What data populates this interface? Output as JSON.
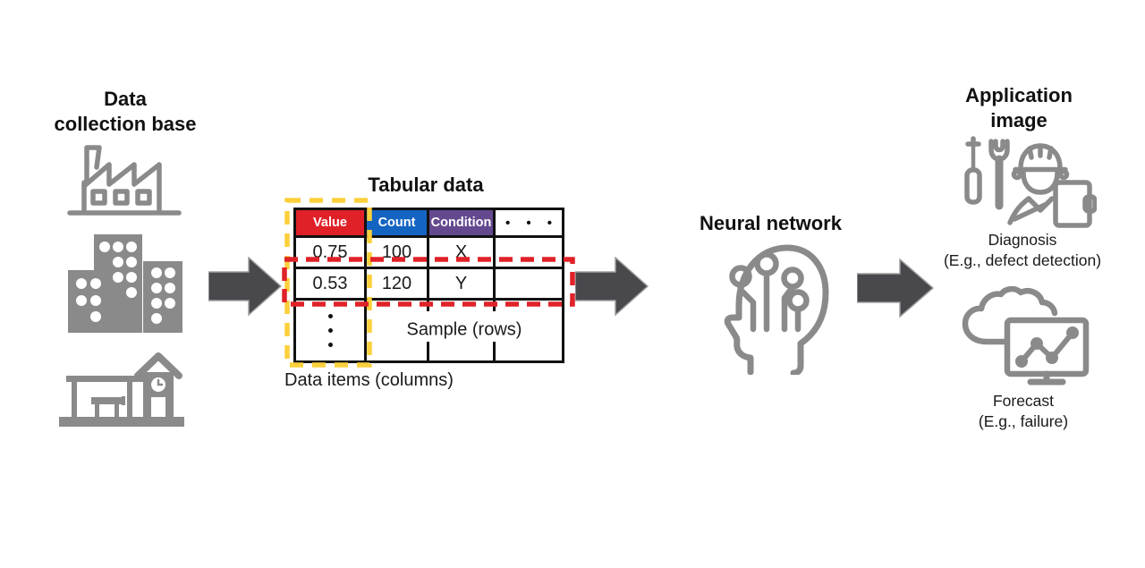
{
  "palette": {
    "icon_gray": "#8a8a8a",
    "arrow_gray": "#48484d",
    "text_black": "#1a1a1a",
    "header_red": "#e02128",
    "header_blue": "#1464c2",
    "header_purple": "#64498f",
    "highlight_yellow": "#fcd03c",
    "highlight_red": "#e02128"
  },
  "collection": {
    "title_line1": "Data",
    "title_line2": "collection base",
    "icons": [
      "factory-icon",
      "city-buildings-icon",
      "station-building-icon"
    ]
  },
  "tabular": {
    "title": "Tabular data",
    "caption": "Data items (columns)",
    "table": {
      "headers": [
        "Value",
        "Count",
        "Condition",
        "• • •"
      ],
      "rows": [
        [
          "0.75",
          "100",
          "X",
          ""
        ],
        [
          "0.53",
          "120",
          "Y",
          ""
        ]
      ],
      "sample_label": "Sample (rows)"
    },
    "highlights": {
      "value_column": "yellow-dashed",
      "sample_row": "red-dashed"
    }
  },
  "neural": {
    "title": "Neural network",
    "icon": "head-circuit-icon"
  },
  "application": {
    "title_line1": "Application",
    "title_line2": "image",
    "items": [
      {
        "label": "Diagnosis",
        "example": "(E.g., defect detection)",
        "icon": "maintenance-worker-icon"
      },
      {
        "label": "Forecast",
        "example": "(E.g., failure)",
        "icon": "cloud-monitor-chart-icon"
      }
    ]
  }
}
